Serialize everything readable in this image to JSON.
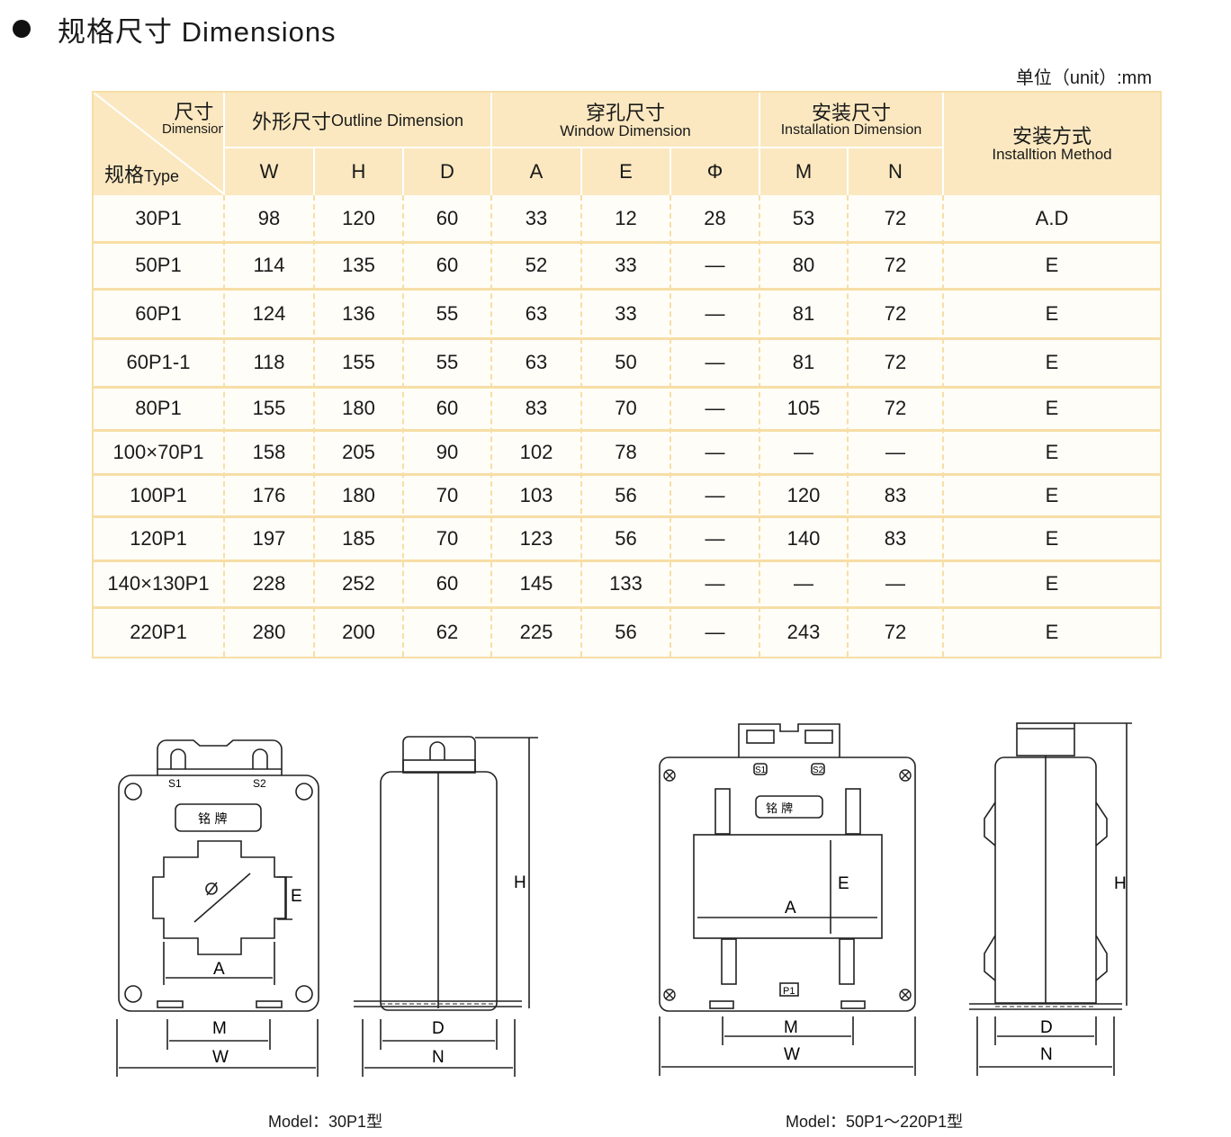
{
  "heading": {
    "title": "规格尺寸  Dimensions"
  },
  "unit_note": "单位（unit）:mm",
  "table": {
    "corner": {
      "top_cn": "尺寸",
      "top_en": "Dimension",
      "bottom_cn": "规格",
      "bottom_en": "Type"
    },
    "groups": [
      {
        "cn": "外形尺寸",
        "en": "Outline Dimension"
      },
      {
        "cn": "穿孔尺寸",
        "en": "Window Dimension"
      },
      {
        "cn": "安装尺寸",
        "en": "Installation Dimension"
      },
      {
        "cn": "安装方式",
        "en": "Installtion Method"
      }
    ],
    "subheaders": [
      "W",
      "H",
      "D",
      "A",
      "E",
      "Φ",
      "M",
      "N"
    ],
    "rows": [
      [
        "30P1",
        "98",
        "120",
        "60",
        "33",
        "12",
        "28",
        "53",
        "72",
        "A.D"
      ],
      [
        "50P1",
        "114",
        "135",
        "60",
        "52",
        "33",
        "—",
        "80",
        "72",
        "E"
      ],
      [
        "60P1",
        "124",
        "136",
        "55",
        "63",
        "33",
        "—",
        "81",
        "72",
        "E"
      ],
      [
        "60P1-1",
        "118",
        "155",
        "55",
        "63",
        "50",
        "—",
        "81",
        "72",
        "E"
      ],
      [
        "80P1",
        "155",
        "180",
        "60",
        "83",
        "70",
        "—",
        "105",
        "72",
        "E"
      ],
      [
        "100×70P1",
        "158",
        "205",
        "90",
        "102",
        "78",
        "—",
        "—",
        "—",
        "E"
      ],
      [
        "100P1",
        "176",
        "180",
        "70",
        "103",
        "56",
        "—",
        "120",
        "83",
        "E"
      ],
      [
        "120P1",
        "197",
        "185",
        "70",
        "123",
        "56",
        "—",
        "140",
        "83",
        "E"
      ],
      [
        "140×130P1",
        "228",
        "252",
        "60",
        "145",
        "133",
        "—",
        "—",
        "—",
        "E"
      ],
      [
        "220P1",
        "280",
        "200",
        "62",
        "225",
        "56",
        "—",
        "243",
        "72",
        "E"
      ]
    ]
  },
  "drawings": {
    "label_s1": "S1",
    "label_s2": "S2",
    "label_p1": "P1",
    "nameplate": "铭 牌",
    "label_W": "W",
    "label_H": "H",
    "label_D": "D",
    "label_A": "A",
    "label_E": "E",
    "label_M": "M",
    "label_N": "N",
    "label_phi": "Φ"
  },
  "captions": {
    "left": "Model：30P1型",
    "right": "Model：50P1～220P1型"
  }
}
